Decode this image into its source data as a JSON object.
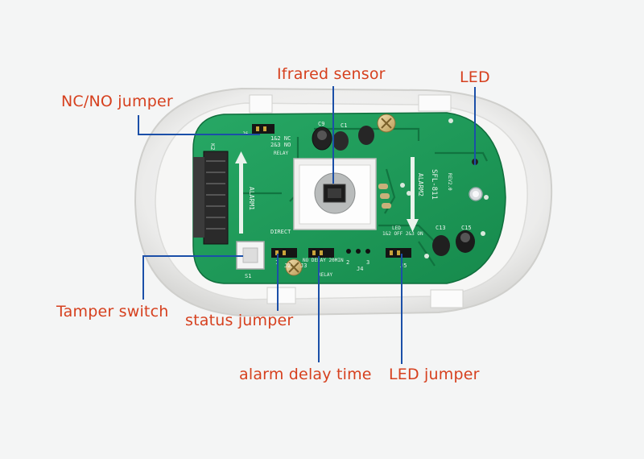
{
  "labels": {
    "infrared_sensor": "Ifrared sensor",
    "led": "LED",
    "nc_no_jumper": "NC/NO jumper",
    "tamper_switch": "Tamper switch",
    "status_jumper": "status jumper",
    "alarm_delay_time": "alarm delay time",
    "led_jumper": "LED jumper"
  },
  "board": {
    "model": "SFL-811",
    "revision": "REV2.0",
    "alarm1": "ALARM1",
    "alarm2": "ALARM2",
    "relay_top": "RELAY",
    "relay_bottom": "RELAY",
    "direct": "DIRECT",
    "nc": "1&2 NC",
    "no": "2&3 NO",
    "delay": "NO DELAY 20MIN",
    "led_on": "1&2 OFF 2&3 ON",
    "led_title": "LED",
    "cap_c9": "C9",
    "cap_c1": "C1",
    "cap_c13": "C13",
    "cap_c15": "C15",
    "ref_s1": "S1",
    "ref_j2": "J2",
    "ref_j3": "J3",
    "ref_j4": "J4",
    "ref_j5": "J5",
    "ref_j6": "J6",
    "ref_k2": "K2",
    "pin_1": "1",
    "pin_2": "2",
    "pin_3": "3"
  },
  "colors": {
    "label_text": "#d6401e",
    "leader_line": "#1b4fa8",
    "pcb_green": "#1f9a5a",
    "housing": "#efefee"
  }
}
